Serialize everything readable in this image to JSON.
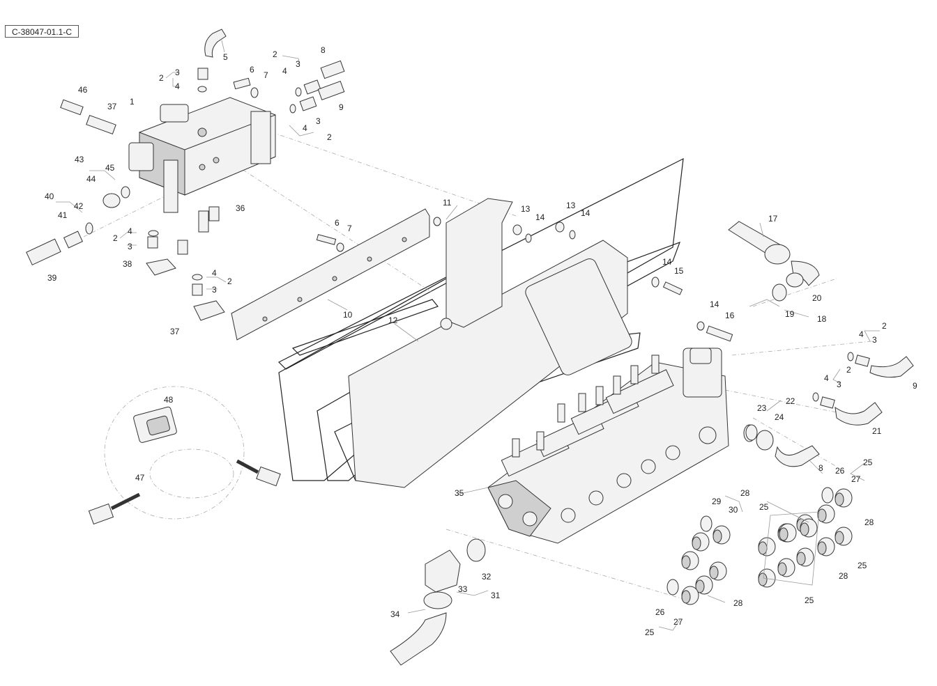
{
  "document": {
    "drawing_code": "C-38047-01.1-C"
  },
  "callouts": [
    {
      "id": "c5",
      "text": "5"
    },
    {
      "id": "c2a",
      "text": "2"
    },
    {
      "id": "c3a",
      "text": "3"
    },
    {
      "id": "c4a",
      "text": "4"
    },
    {
      "id": "c6a",
      "text": "6"
    },
    {
      "id": "c7a",
      "text": "7"
    },
    {
      "id": "c2b",
      "text": "2"
    },
    {
      "id": "c8a",
      "text": "8"
    },
    {
      "id": "c4b",
      "text": "4"
    },
    {
      "id": "c3b",
      "text": "3"
    },
    {
      "id": "c9a",
      "text": "9"
    },
    {
      "id": "c3c",
      "text": "3"
    },
    {
      "id": "c4c",
      "text": "4"
    },
    {
      "id": "c2c",
      "text": "2"
    },
    {
      "id": "c46",
      "text": "46"
    },
    {
      "id": "c37a",
      "text": "37"
    },
    {
      "id": "c1",
      "text": "1"
    },
    {
      "id": "c43",
      "text": "43"
    },
    {
      "id": "c45",
      "text": "45"
    },
    {
      "id": "c44",
      "text": "44"
    },
    {
      "id": "c40",
      "text": "40"
    },
    {
      "id": "c42",
      "text": "42"
    },
    {
      "id": "c41",
      "text": "41"
    },
    {
      "id": "c39",
      "text": "39"
    },
    {
      "id": "c4d",
      "text": "4"
    },
    {
      "id": "c2d",
      "text": "2"
    },
    {
      "id": "c3d",
      "text": "3"
    },
    {
      "id": "c38",
      "text": "38"
    },
    {
      "id": "c36",
      "text": "36"
    },
    {
      "id": "c4e",
      "text": "4"
    },
    {
      "id": "c2e",
      "text": "2"
    },
    {
      "id": "c3e",
      "text": "3"
    },
    {
      "id": "c37b",
      "text": "37"
    },
    {
      "id": "c11",
      "text": "11"
    },
    {
      "id": "c6b",
      "text": "6"
    },
    {
      "id": "c7b",
      "text": "7"
    },
    {
      "id": "c10",
      "text": "10"
    },
    {
      "id": "c12",
      "text": "12"
    },
    {
      "id": "c13a",
      "text": "13"
    },
    {
      "id": "c14a",
      "text": "14"
    },
    {
      "id": "c13b",
      "text": "13"
    },
    {
      "id": "c14b",
      "text": "14"
    },
    {
      "id": "c14c",
      "text": "14"
    },
    {
      "id": "c15",
      "text": "15"
    },
    {
      "id": "c14d",
      "text": "14"
    },
    {
      "id": "c16",
      "text": "16"
    },
    {
      "id": "c17",
      "text": "17"
    },
    {
      "id": "c20",
      "text": "20"
    },
    {
      "id": "c19",
      "text": "19"
    },
    {
      "id": "c18",
      "text": "18"
    },
    {
      "id": "c2f",
      "text": "2"
    },
    {
      "id": "c4f",
      "text": "4"
    },
    {
      "id": "c3f",
      "text": "3"
    },
    {
      "id": "c2g",
      "text": "2"
    },
    {
      "id": "c9b",
      "text": "9"
    },
    {
      "id": "c4g",
      "text": "4"
    },
    {
      "id": "c3g",
      "text": "3"
    },
    {
      "id": "c23",
      "text": "23"
    },
    {
      "id": "c22",
      "text": "22"
    },
    {
      "id": "c24",
      "text": "24"
    },
    {
      "id": "c21",
      "text": "21"
    },
    {
      "id": "c8b",
      "text": "8"
    },
    {
      "id": "c25a",
      "text": "25"
    },
    {
      "id": "c26a",
      "text": "26"
    },
    {
      "id": "c27a",
      "text": "27"
    },
    {
      "id": "c48",
      "text": "48"
    },
    {
      "id": "c47",
      "text": "47"
    },
    {
      "id": "c35",
      "text": "35"
    },
    {
      "id": "c29",
      "text": "29"
    },
    {
      "id": "c28a",
      "text": "28"
    },
    {
      "id": "c30",
      "text": "30"
    },
    {
      "id": "c25b",
      "text": "25"
    },
    {
      "id": "c28b",
      "text": "28"
    },
    {
      "id": "c25c",
      "text": "25"
    },
    {
      "id": "c28c",
      "text": "28"
    },
    {
      "id": "c32",
      "text": "32"
    },
    {
      "id": "c33",
      "text": "33"
    },
    {
      "id": "c31",
      "text": "31"
    },
    {
      "id": "c34",
      "text": "34"
    },
    {
      "id": "c28d",
      "text": "28"
    },
    {
      "id": "c25d",
      "text": "25"
    },
    {
      "id": "c26b",
      "text": "26"
    },
    {
      "id": "c27b",
      "text": "27"
    },
    {
      "id": "c25e",
      "text": "25"
    }
  ]
}
